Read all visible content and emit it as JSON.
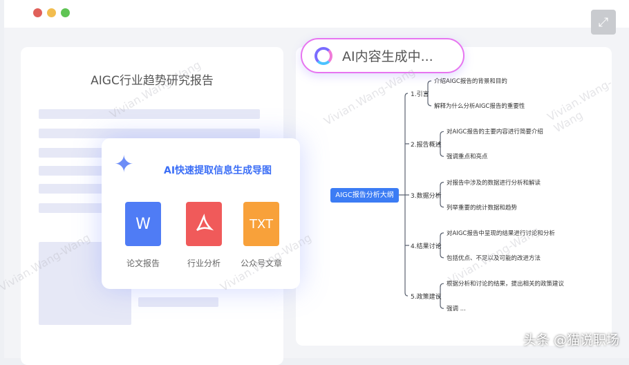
{
  "window": {
    "dots": [
      "#e0605a",
      "#f2bd4f",
      "#5fc454"
    ],
    "expand_icon": "expand-icon"
  },
  "document": {
    "title": "AIGC行业趋势研究报告"
  },
  "status_pill": {
    "text": "AI内容生成中..."
  },
  "ai_card": {
    "title": "AI快速提取信息生成导图",
    "files": [
      {
        "glyph": "W",
        "label": "论文报告",
        "color": "#4f7cf5"
      },
      {
        "glyph": "⅄",
        "label": "行业分析",
        "color": "#f05a5a"
      },
      {
        "glyph": "TXT",
        "label": "公众号文章",
        "color": "#f8a13a"
      }
    ]
  },
  "mindmap": {
    "root": "AIGC报告分析大纲",
    "branches": [
      {
        "label": "1.引言",
        "leaves": [
          "介绍AIGC报告的背景和目的",
          "解释为什么分析AIGC报告的重要性"
        ]
      },
      {
        "label": "2.报告概述",
        "leaves": [
          "对AIGC报告的主要内容进行简要介绍",
          "强调重点和亮点"
        ]
      },
      {
        "label": "3.数据分析",
        "leaves": [
          "对报告中涉及的数据进行分析和解读",
          "列举重要的统计数据和趋势"
        ]
      },
      {
        "label": "4.结果讨论",
        "leaves": [
          "对AIGC报告中呈现的结果进行讨论和分析",
          "包括优点、不足以及可能的改进方法"
        ]
      },
      {
        "label": "5.政策建议",
        "leaves": [
          "根据分析和讨论的结果，提出相关的政策建议",
          "强调 ..."
        ]
      }
    ]
  },
  "watermark": "Vivian.Wang-Wang",
  "stamp": "头条 @猫说职场"
}
